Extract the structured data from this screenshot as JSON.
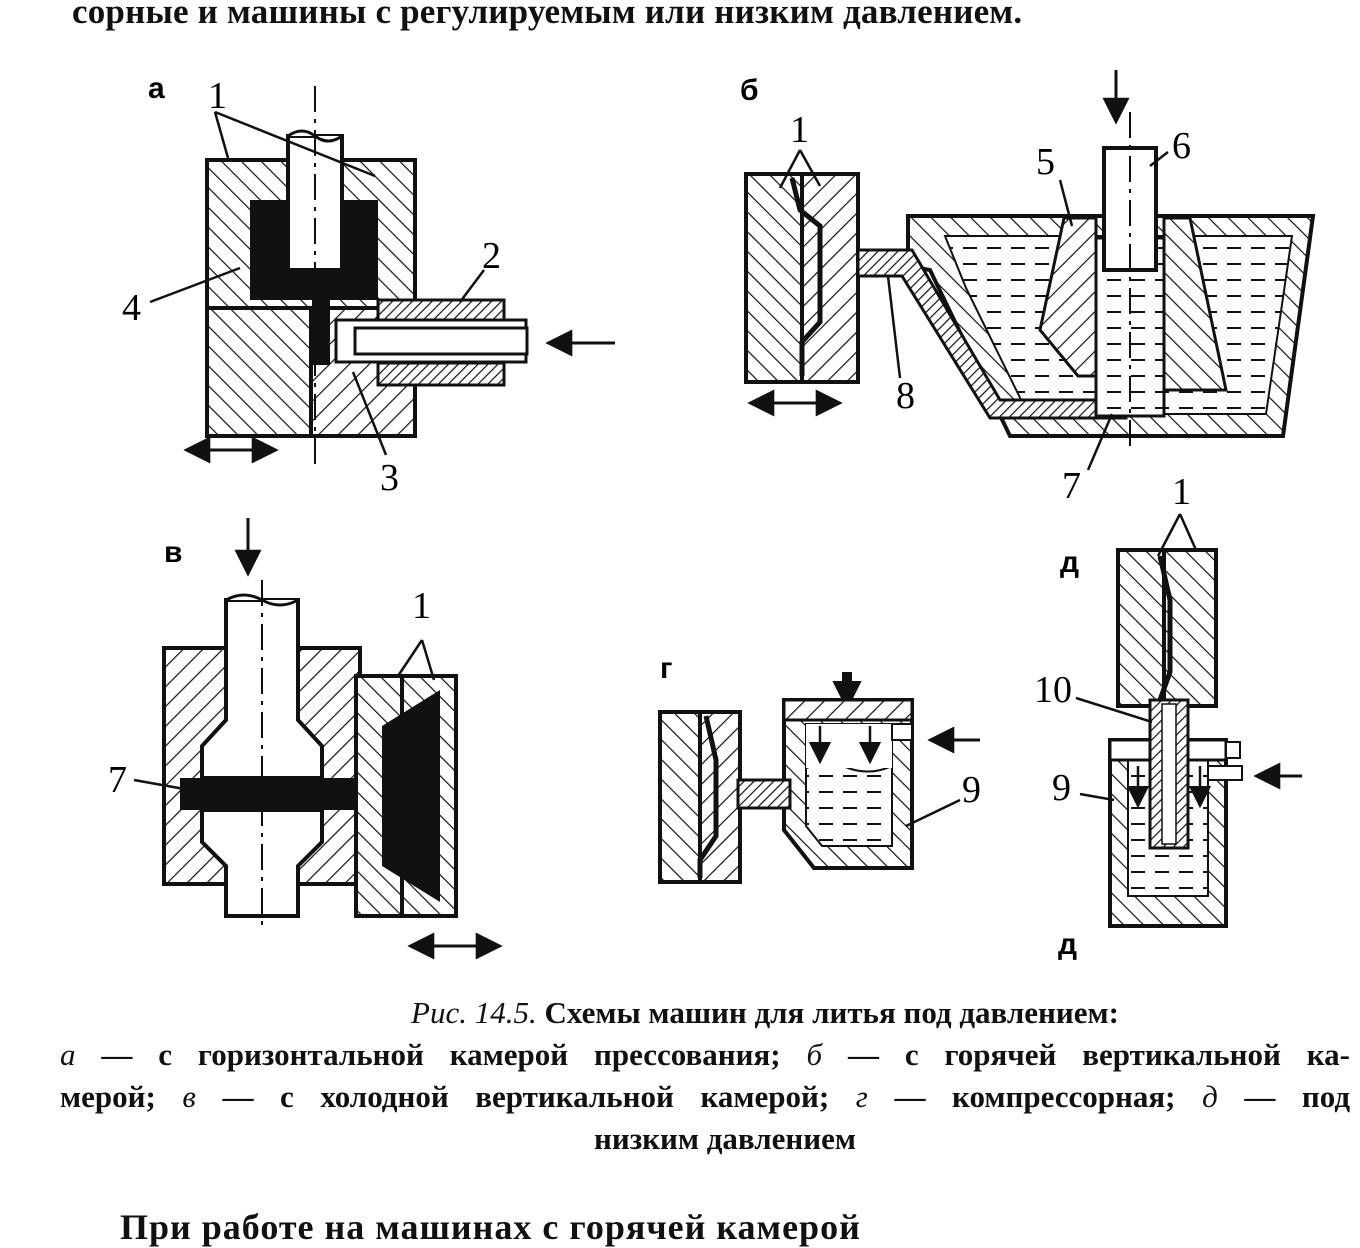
{
  "header_text": "сорные и машины с регулируемым или низким давлением.",
  "panels": {
    "a": {
      "letter": "а",
      "callouts": {
        "n1": "1",
        "n2": "2",
        "n3": "3",
        "n4": "4"
      }
    },
    "b": {
      "letter": "б",
      "callouts": {
        "n1": "1",
        "n5": "5",
        "n6": "6",
        "n7": "7",
        "n8": "8"
      }
    },
    "v": {
      "letter": "в",
      "callouts": {
        "n1": "1",
        "n7": "7"
      }
    },
    "g": {
      "letter": "г",
      "callouts": {
        "n9": "9"
      }
    },
    "d": {
      "letter": "д",
      "letter_bottom": "д",
      "callouts": {
        "n1": "1",
        "n9": "9",
        "n10": "10"
      }
    }
  },
  "caption": {
    "prefix": "Рис. 14.5.",
    "title": "Схемы машин для литья под давлением:",
    "items": [
      {
        "letter": "а",
        "text": "— с горизонтальной камерой прессования;"
      },
      {
        "letter": "б",
        "text": "— с горячей вертикальной ка-"
      },
      {
        "letter": "",
        "text": "мерой;"
      },
      {
        "letter": "в",
        "text": "— с холодной вертикальной камерой;"
      },
      {
        "letter": "г",
        "text": "— компрессорная;"
      },
      {
        "letter": "д",
        "text": "— под"
      }
    ],
    "last_line": "низким давлением"
  },
  "footer_text": "При работе на машинах с горячей камерой"
}
